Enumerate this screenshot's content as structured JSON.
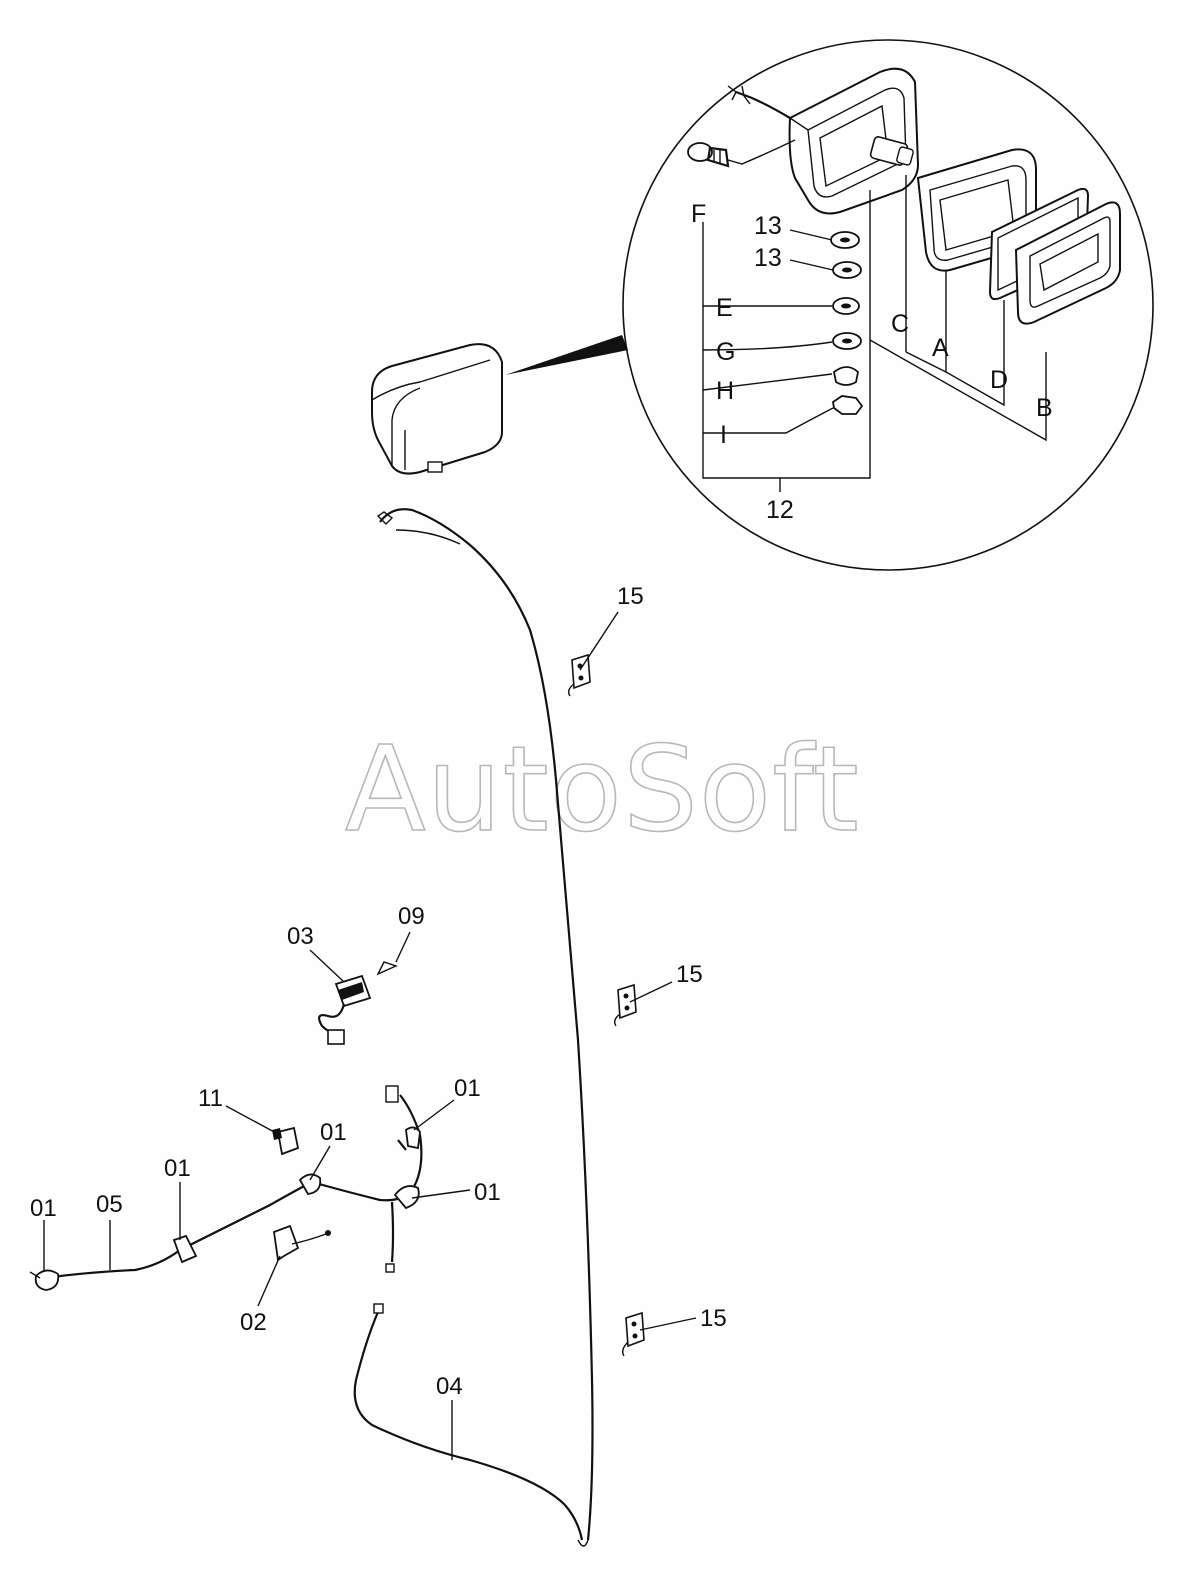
{
  "watermark": "AutoSoft",
  "detail": {
    "labels": {
      "F": "F",
      "13a": "13",
      "13b": "13",
      "E": "E",
      "G": "G",
      "H": "H",
      "I": "I",
      "C": "C",
      "A": "A",
      "D": "D",
      "B": "B",
      "12": "12"
    }
  },
  "callouts": {
    "p15a": "15",
    "p15b": "15",
    "p15c": "15",
    "p09": "09",
    "p03": "03",
    "p11": "11",
    "p01a": "01",
    "p01b": "01",
    "p01c": "01",
    "p01d": "01",
    "p01e": "01",
    "p05": "05",
    "p02": "02",
    "p04": "04"
  }
}
